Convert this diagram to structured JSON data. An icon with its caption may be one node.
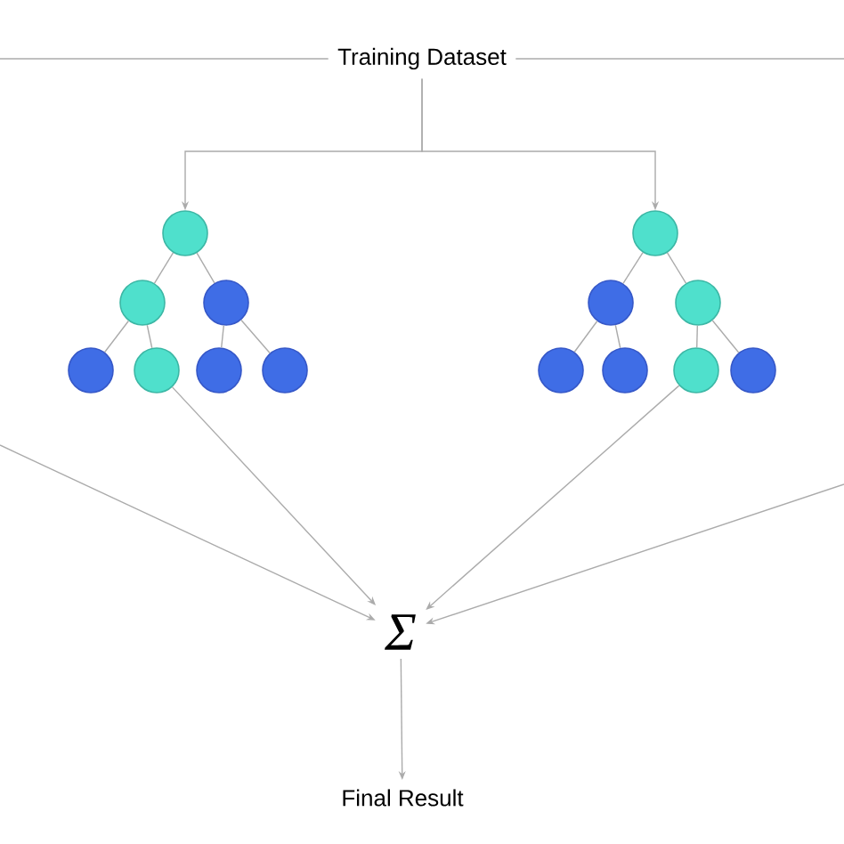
{
  "diagram": {
    "nodes": [
      {
        "text": [
          "Training Dataset"
        ]
      },
      {
        "text": [],
        "shape": "circle"
      },
      {
        "text": [],
        "shape": "circle"
      },
      {
        "text": [],
        "shape": "circle"
      },
      {
        "text": [],
        "shape": "circle"
      },
      {
        "text": [],
        "shape": "circle"
      },
      {
        "text": [],
        "shape": "circle"
      },
      {
        "text": [],
        "shape": "circle"
      },
      {
        "text": [],
        "shape": "circle"
      },
      {
        "text": [],
        "shape": "circle"
      },
      {
        "text": [],
        "shape": "circle"
      },
      {
        "text": [],
        "shape": "circle"
      },
      {
        "text": [],
        "shape": "circle"
      },
      {
        "text": [],
        "shape": "circle"
      },
      {
        "text": [],
        "shape": "circle"
      },
      {
        "text": [
          "Σ"
        ]
      },
      {
        "text": [
          "Final Result"
        ]
      }
    ],
    "edges": [
      {
        "from": 0,
        "to": 1,
        "arrow": "to"
      },
      {
        "from": 0,
        "to": 8,
        "arrow": "to"
      },
      {
        "from": 0,
        "to": null,
        "arrow": "none"
      },
      {
        "from": 0,
        "to": null,
        "arrow": "none"
      },
      {
        "from": 1,
        "to": 2,
        "arrow": "none"
      },
      {
        "from": 1,
        "to": 3,
        "arrow": "none"
      },
      {
        "from": 2,
        "to": 4,
        "arrow": "none"
      },
      {
        "from": 2,
        "to": 5,
        "arrow": "none"
      },
      {
        "from": 3,
        "to": 6,
        "arrow": "none"
      },
      {
        "from": 3,
        "to": 7,
        "arrow": "none"
      },
      {
        "from": 8,
        "to": 9,
        "arrow": "none"
      },
      {
        "from": 8,
        "to": 10,
        "arrow": "none"
      },
      {
        "from": 9,
        "to": 11,
        "arrow": "none"
      },
      {
        "from": 9,
        "to": 12,
        "arrow": "none"
      },
      {
        "from": 10,
        "to": 13,
        "arrow": "none"
      },
      {
        "from": 10,
        "to": 14,
        "arrow": "none"
      },
      {
        "from": 5,
        "to": 15,
        "arrow": "to"
      },
      {
        "from": 13,
        "to": 15,
        "arrow": "to"
      },
      {
        "from": null,
        "to": 15,
        "arrow": "to"
      },
      {
        "from": null,
        "to": 15,
        "arrow": "to"
      },
      {
        "from": 15,
        "to": 16,
        "arrow": "to"
      }
    ]
  }
}
